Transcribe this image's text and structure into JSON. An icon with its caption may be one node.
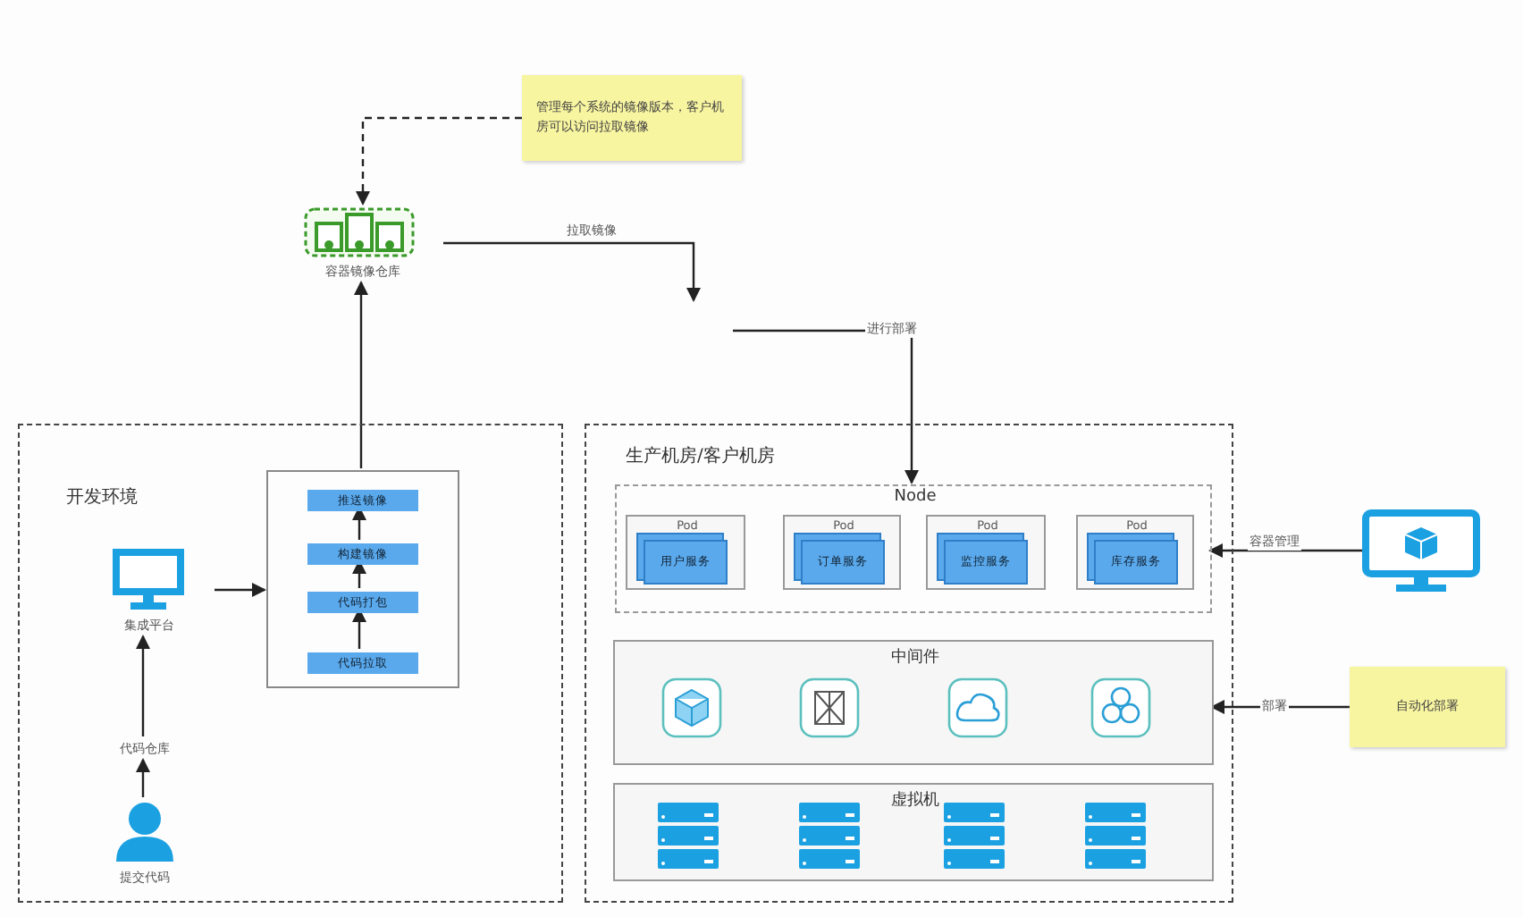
{
  "diagram": {
    "nodes": [
      {
        "text": [
          "管理每个系统的镜像版本，客户机房可以访问拉取镜像"
        ]
      },
      {
        "text": [
          "容器镜像仓库"
        ]
      },
      {
        "text": [
          "开发环境"
        ]
      },
      {
        "text": [],
        "shape": "box",
        "in": 2
      },
      {
        "text": [
          "推送镜像"
        ],
        "in": 3
      },
      {
        "text": [
          "构建镜像"
        ],
        "in": 3
      },
      {
        "text": [
          "代码打包"
        ],
        "in": 3
      },
      {
        "text": [
          "代码拉取"
        ],
        "in": 3
      },
      {
        "text": [
          "集成平台"
        ],
        "in": 2
      },
      {
        "text": [
          "代码仓库"
        ],
        "in": 2
      },
      {
        "text": [
          "提交代码"
        ],
        "in": 2
      },
      {
        "text": [
          "生产机房/客户机房"
        ]
      },
      {
        "text": [
          "Node"
        ],
        "in": 11
      },
      {
        "text": [
          "Pod",
          "用户服务"
        ],
        "in": 12
      },
      {
        "text": [
          "Pod",
          "订单服务"
        ],
        "in": 12
      },
      {
        "text": [
          "Pod",
          "监控服务"
        ],
        "in": 12
      },
      {
        "text": [
          "Pod",
          "库存服务"
        ],
        "in": 12
      },
      {
        "text": [
          "中间件"
        ],
        "in": 11
      },
      {
        "text": [
          "虚拟机"
        ],
        "in": 11
      },
      {
        "text": [],
        "shape": "monitor"
      },
      {
        "text": [
          "自动化部署"
        ]
      }
    ],
    "edges": [
      {
        "from": 0,
        "to": 1,
        "arrow": "to",
        "style": "dashed"
      },
      {
        "from": 1,
        "to": null,
        "arrow": "to",
        "label": "拉取镜像"
      },
      {
        "from": null,
        "to": 12,
        "arrow": "to",
        "label": "进行部署"
      },
      {
        "from": 7,
        "to": 6,
        "arrow": "to"
      },
      {
        "from": 6,
        "to": 5,
        "arrow": "to"
      },
      {
        "from": 5,
        "to": 4,
        "arrow": "to"
      },
      {
        "from": 3,
        "to": 1,
        "arrow": "to"
      },
      {
        "from": 8,
        "to": 3,
        "arrow": "to"
      },
      {
        "from": 9,
        "to": 8,
        "arrow": "to"
      },
      {
        "from": 10,
        "to": 9,
        "arrow": "to"
      },
      {
        "from": 19,
        "to": 12,
        "arrow": "to",
        "label": "容器管理"
      },
      {
        "from": 20,
        "to": 17,
        "arrow": "to",
        "label": "部署"
      }
    ]
  }
}
